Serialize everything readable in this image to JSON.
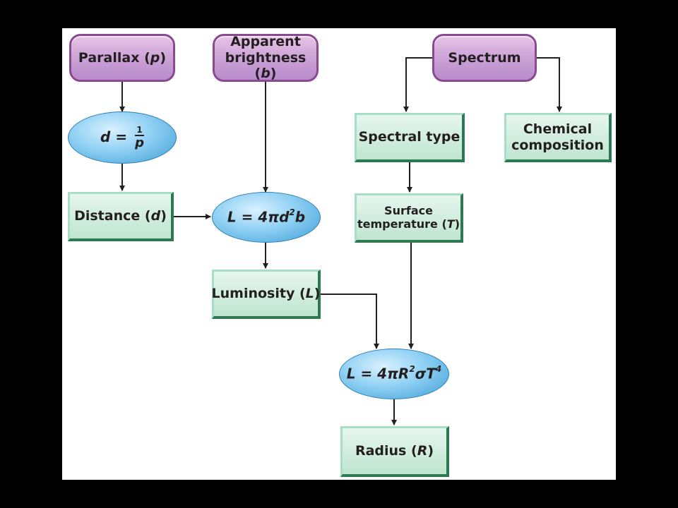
{
  "nodes": {
    "parallax": {
      "label": "Parallax",
      "var": "p"
    },
    "apparent_brightness": {
      "line1": "Apparent",
      "line2": "brightness",
      "var": "b"
    },
    "spectrum": {
      "label": "Spectrum"
    },
    "distance_formula": {
      "lhs": "d",
      "eq": " = ",
      "num": "1",
      "den": "p"
    },
    "spectral_type": {
      "label": "Spectral type"
    },
    "chemical_composition": {
      "line1": "Chemical",
      "line2": "composition"
    },
    "distance": {
      "label": "Distance",
      "var": "d"
    },
    "luminosity_formula_1": {
      "pre": "L = 4πd",
      "exp": "2",
      "post": "b"
    },
    "surface_temperature": {
      "line1": "Surface",
      "line2": "temperature",
      "var": "T"
    },
    "luminosity": {
      "label": "Luminosity",
      "var": "L"
    },
    "luminosity_formula_2": {
      "pre": "L = 4πR",
      "exp1": "2",
      "mid": "σT",
      "exp2": "4"
    },
    "radius": {
      "label": "Radius",
      "var": "R"
    }
  },
  "colors": {
    "input_node": "#caa0d6",
    "formula_node": "#5cb3e6",
    "quantity_node": "#bfe5d0",
    "arrow": "#231f20"
  }
}
